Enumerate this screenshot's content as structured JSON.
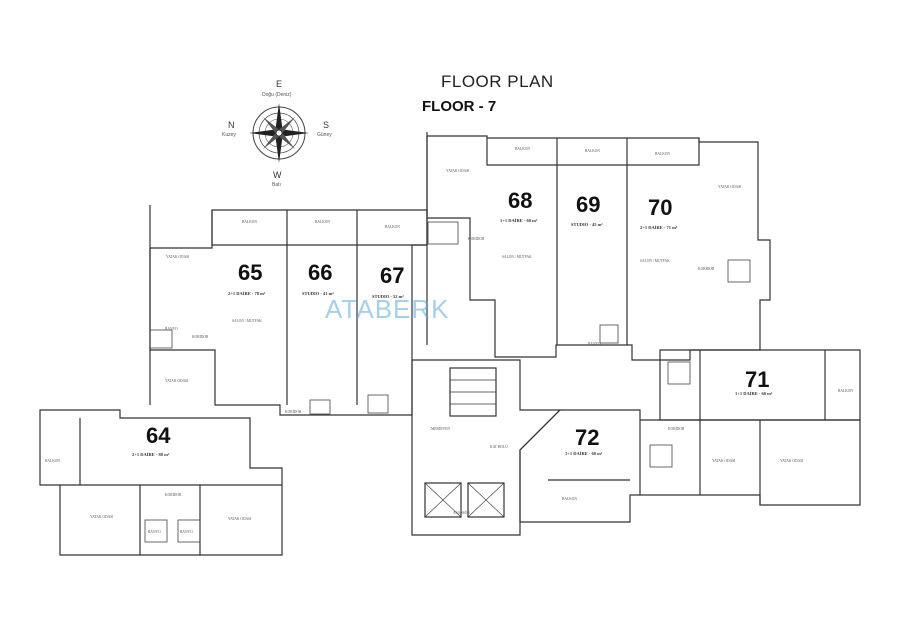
{
  "header": {
    "title": "FLOOR PLAN",
    "floor": "FLOOR - 7"
  },
  "watermark": "ATABERK",
  "compass": {
    "n": "N",
    "n_sub": "Kuzey",
    "e": "E",
    "e_sub": "Doğu (Deniz)",
    "s": "S",
    "s_sub": "Güney",
    "w": "W",
    "w_sub": "Batı"
  },
  "units": [
    {
      "number": "64",
      "type": "2+1 DAİRE - 88 m²"
    },
    {
      "number": "65",
      "type": "2+1 DAİRE - 78 m²"
    },
    {
      "number": "66",
      "type": "STUDIO - 41 m²"
    },
    {
      "number": "67",
      "type": "STUDIO - 52 m²"
    },
    {
      "number": "68",
      "type": "1+1 DAİRE - 60 m²"
    },
    {
      "number": "69",
      "type": "STUDIO - 45 m²"
    },
    {
      "number": "70",
      "type": "2+1 DAİRE - 71 m²"
    },
    {
      "number": "71",
      "type": "1+1 DAİRE - 60 m²"
    },
    {
      "number": "72",
      "type": "1+1 DAİRE - 60 m²"
    }
  ],
  "rooms": {
    "balkon": "BALKON",
    "yatak": "YATAK ODASI",
    "salon": "SALON / MUTFAK",
    "banyo": "BANYO",
    "koridor": "KORİDOR",
    "merdiven": "MERDİVEN",
    "asansor": "ASANSÖR",
    "kat_holu": "KAT HOLÜ"
  }
}
